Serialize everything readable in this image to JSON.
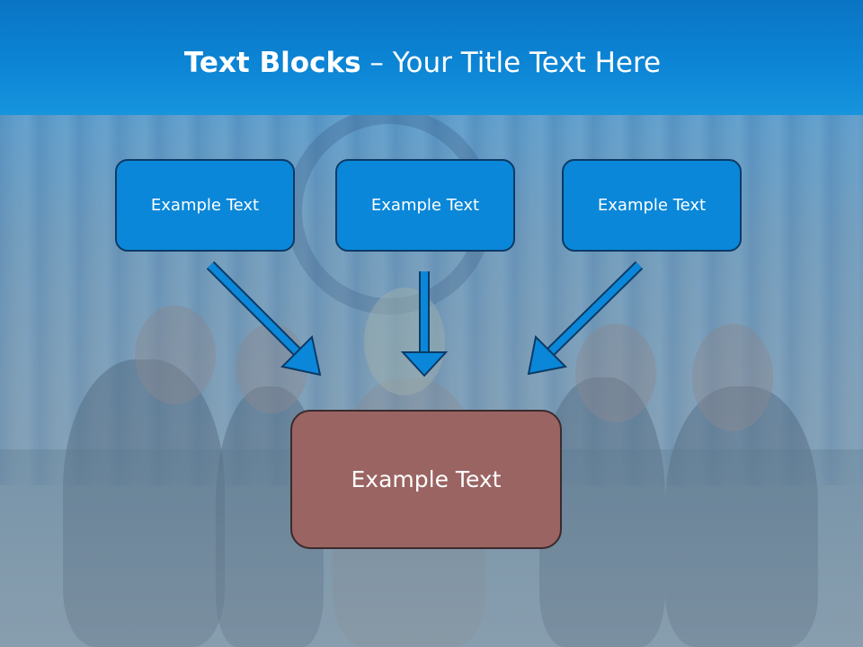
{
  "slide": {
    "title_bold": "Text Blocks",
    "title_dash": " – ",
    "title_rest": "Your Title Text Here"
  },
  "boxes": {
    "top_left": "Example Text",
    "top_center": "Example Text",
    "top_right": "Example Text",
    "main": "Example Text"
  },
  "colors": {
    "title_bar": "#0a74c4",
    "box_blue": "#0a87d9",
    "box_main": "#9a6462",
    "arrow": "#0a87d9"
  }
}
